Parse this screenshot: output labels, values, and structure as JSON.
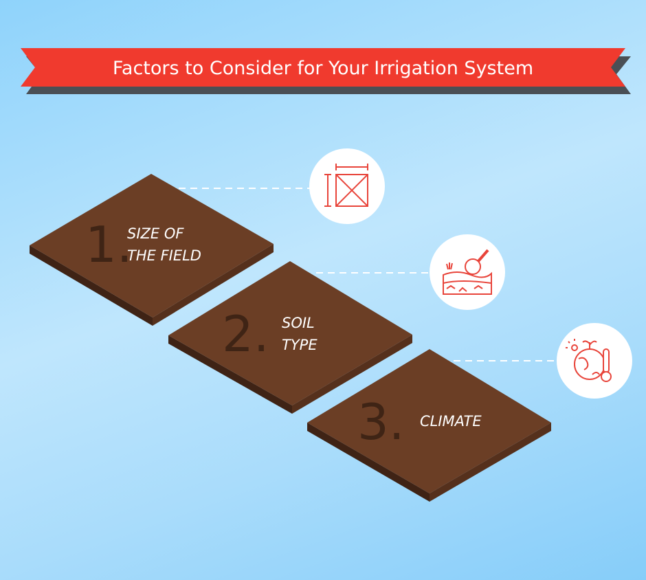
{
  "banner": {
    "title": "Factors to Consider for Your Irrigation System",
    "color": "#f03a2e"
  },
  "steps": [
    {
      "number": "1.",
      "line1": "SIZE OF",
      "line2": "THE FIELD",
      "icon": "field-size-icon"
    },
    {
      "number": "2.",
      "line1": "SOIL",
      "line2": "TYPE",
      "icon": "soil-inspection-icon"
    },
    {
      "number": "3.",
      "line1": "CLIMATE",
      "line2": "",
      "icon": "climate-globe-thermometer-icon"
    }
  ],
  "colors": {
    "tile_top": "#6b3e25",
    "tile_side": "#4a2818",
    "icon_red": "#e8443a"
  }
}
